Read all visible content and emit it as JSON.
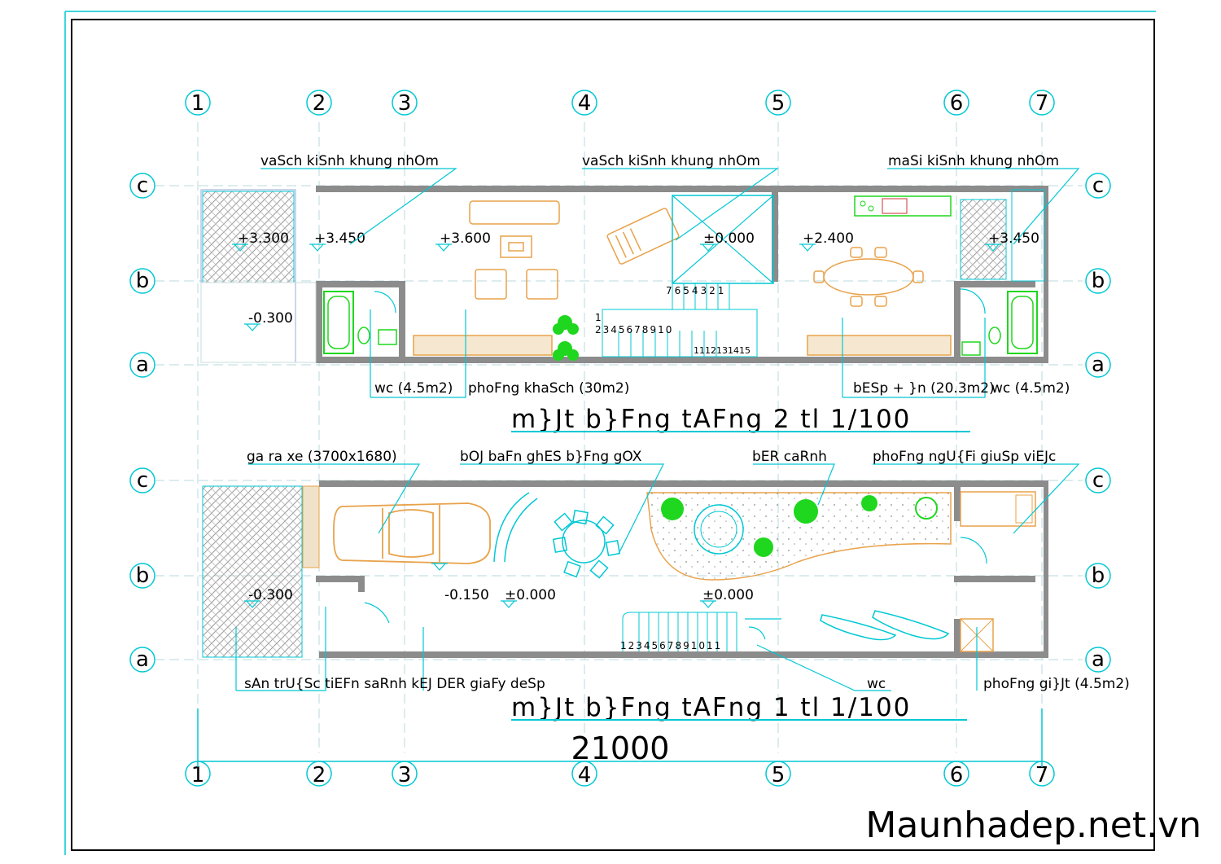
{
  "grid": {
    "columns": [
      "1",
      "2",
      "3",
      "4",
      "5",
      "6",
      "7"
    ],
    "rows": [
      "c",
      "b",
      "a"
    ]
  },
  "floor2": {
    "title": "m}Jt b}Fng tAFng 2 tl 1/100",
    "callouts": {
      "window_left": "vaSch kiSnh khung nhOm",
      "window_mid": "vaSch kiSnh khung nhOm",
      "awning_right": "maSi kiSnh khung nhOm",
      "wc_left": "wc (4.5m2)",
      "living": "phoFng khaSch (30m2)",
      "kitchen": "bESp + }n (20.3m2)",
      "wc_right": "wc (4.5m2)"
    },
    "levels": {
      "l1": "+3.300",
      "l2": "+3.450",
      "l3": "+3.600",
      "l4": "±0.000",
      "l5": "+2.400",
      "l6": "+3.450",
      "l7": "-0.300"
    },
    "stair_top": "7654321",
    "stair_1": "1",
    "stair_mid": "2345678910",
    "stair_end": "1112131415"
  },
  "floor1": {
    "title": "m}Jt b}Fng tAFng 1 tl 1/100",
    "callouts": {
      "garage": "ga ra xe (3700x1680)",
      "dining": "bOJ baFn ghES b}Fng gOX",
      "pond": "bER caRnh",
      "elder": "phoFng ngU{Fi giuSp viEJc",
      "yard": "sAn trU{Sc tiEFn saRnh kEJ DER giaFy deSp",
      "wc": "wc",
      "laundry": "phoFng gi}Jt (4.5m2)"
    },
    "levels": {
      "l1": "-0.300",
      "l2": "-0.150",
      "l3": "±0.000",
      "l4": "±0.000"
    },
    "stair": "1234567891011"
  },
  "total_dimension": "21000",
  "watermark": "Maunhadep.net.vn",
  "colors": {
    "cyan": "#00c8d4",
    "wall": "#8c8c8c",
    "furniture": "#e8a24a",
    "green": "#1ed71e"
  }
}
